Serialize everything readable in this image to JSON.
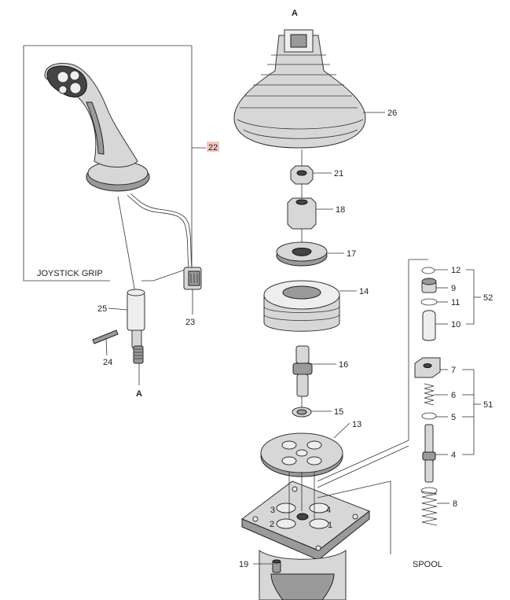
{
  "labels": {
    "a_top": "A",
    "a_bottom": "A",
    "joystick_grip": "JOYSTICK GRIP",
    "spool": "SPOOL",
    "p22": "22",
    "p26": "26",
    "p21": "21",
    "p18": "18",
    "p17": "17",
    "p14": "14",
    "p16": "16",
    "p15": "15",
    "p13": "13",
    "p19": "19",
    "p25": "25",
    "p24": "24",
    "p23": "23",
    "p12": "12",
    "p9": "9",
    "p11": "11",
    "p10": "10",
    "p52": "52",
    "p7": "7",
    "p6": "6",
    "p5": "5",
    "p4": "4",
    "p51": "51",
    "p8": "8",
    "h1": "1",
    "h2": "2",
    "h3": "3",
    "h4": "4"
  },
  "colors": {
    "highlight": "#f4c7c3",
    "line": "#333333"
  }
}
